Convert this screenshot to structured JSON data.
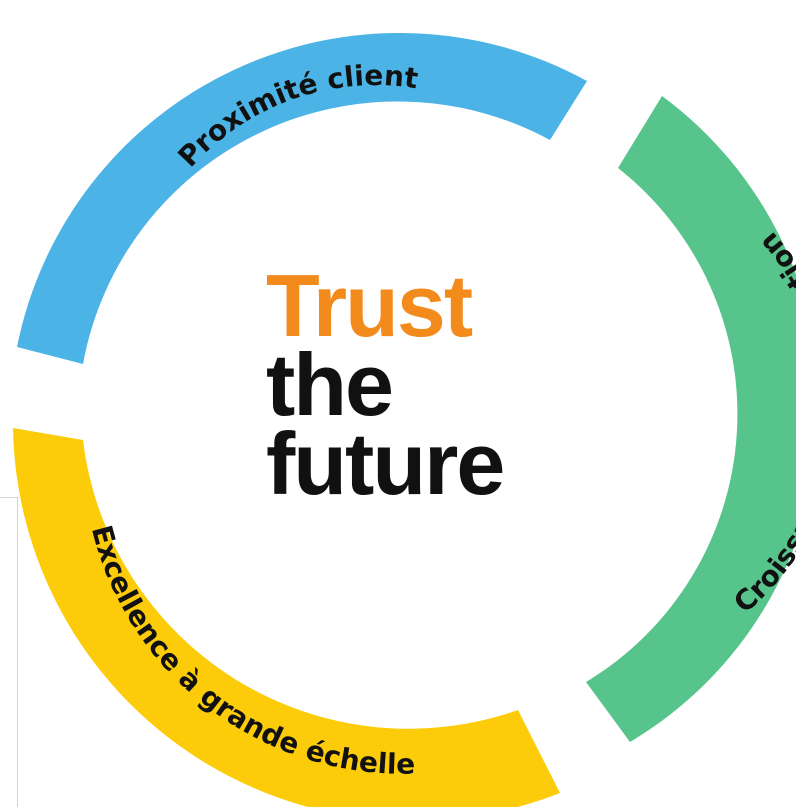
{
  "title": {
    "line1": "Trust",
    "line2": "the",
    "line3": "future"
  },
  "segments": [
    {
      "label": "Proximité client",
      "color": "#4cb3e6"
    },
    {
      "label": "Croissance par l'innovation",
      "color": "#56c48b"
    },
    {
      "label": "Excellence à grande échelle",
      "color": "#fccc0a"
    }
  ],
  "colors": {
    "trust": "#f38a1c",
    "text": "#111111",
    "background": "#ffffff"
  }
}
